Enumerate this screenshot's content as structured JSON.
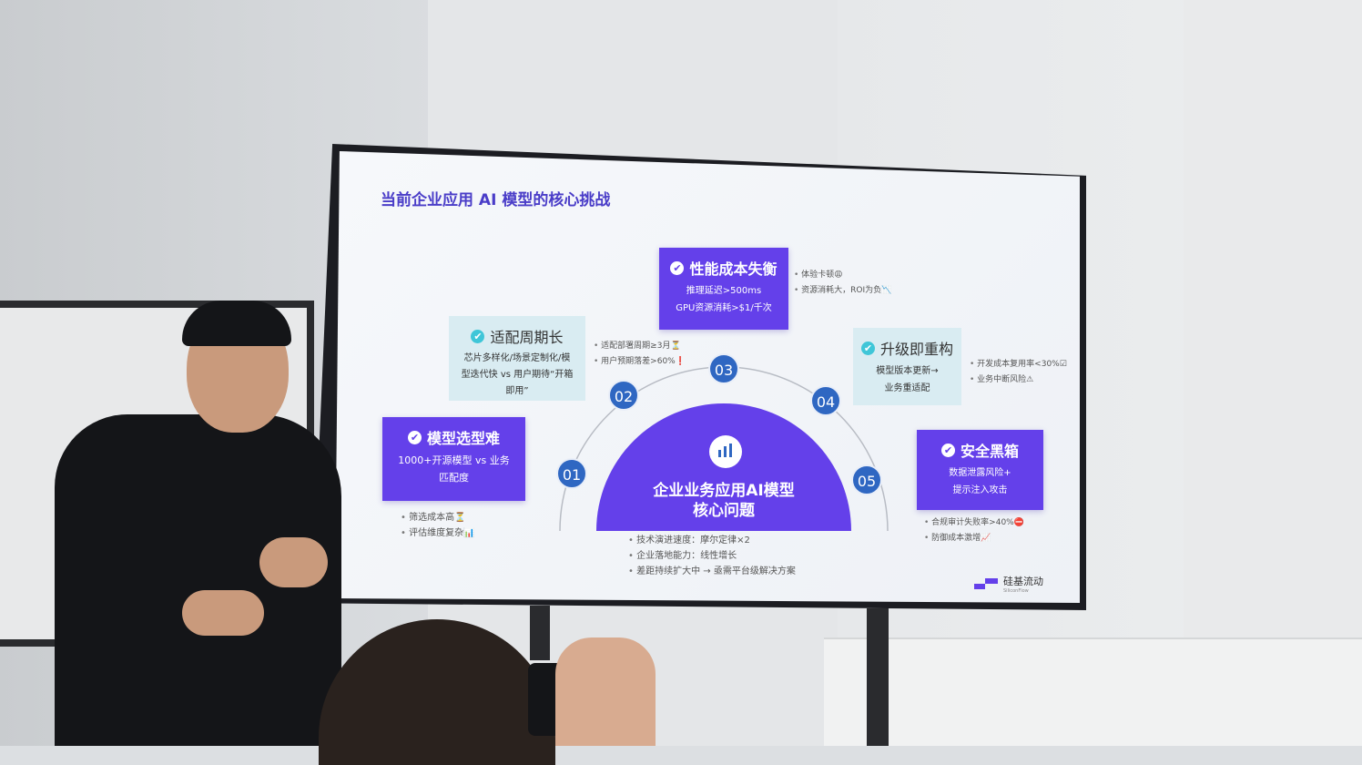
{
  "slide": {
    "title": "当前企业应用 AI 模型的核心挑战",
    "center": {
      "line1": "企业业务应用AI模型",
      "line2": "核心问题",
      "icon": "bar-chart-icon"
    },
    "center_bullets": [
      "技术演进速度：摩尔定律×2",
      "企业落地能力：线性增长",
      "差距持续扩大中 → 亟需平台级解决方案"
    ],
    "challenges": [
      {
        "num": "01",
        "title": "模型选型难",
        "desc": [
          "1000+开源模型 vs 业务",
          "匹配度"
        ],
        "bullets": [
          "筛选成本高⏳",
          "评估维度复杂📊"
        ]
      },
      {
        "num": "02",
        "title": "适配周期长",
        "desc": [
          "芯片多样化/场景定制化/模",
          "型迭代快 vs 用户期待“开箱",
          "即用”"
        ],
        "bullets": [
          "适配部署周期≥3月⏳",
          "用户预期落差>60%❗"
        ]
      },
      {
        "num": "03",
        "title": "性能成本失衡",
        "desc": [
          "推理延迟>500ms",
          "GPU资源消耗>$1/千次"
        ],
        "bullets": [
          "体验卡顿😩",
          "资源消耗大，ROI为负📉"
        ]
      },
      {
        "num": "04",
        "title": "升级即重构",
        "desc": [
          "模型版本更新→",
          "业务重适配"
        ],
        "bullets": [
          "开发成本复用率<30%☑",
          "业务中断风险⚠"
        ]
      },
      {
        "num": "05",
        "title": "安全黑箱",
        "desc": [
          "数据泄露风险+",
          "提示注入攻击"
        ],
        "bullets": [
          "合规审计失败率>40%⛔",
          "防御成本激增📈"
        ]
      }
    ],
    "logo": {
      "name": "硅基流动",
      "sub": "SiliconFlow"
    }
  },
  "colors": {
    "purple": "#6440ea",
    "title": "#4a3dc8",
    "num": "#2f67c2",
    "cyan": "#d9ecf2"
  }
}
